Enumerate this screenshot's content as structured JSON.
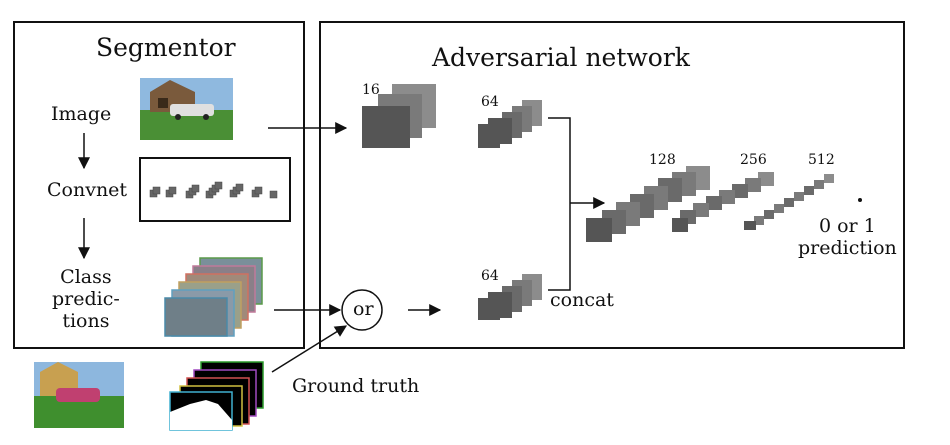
{
  "segmentor": {
    "title": "Segmentor",
    "image_label": "Image",
    "convnet_label": "Convnet",
    "class_predictions_label": [
      "Class",
      "predic-",
      "tions"
    ]
  },
  "adversarial": {
    "title": "Adversarial network",
    "channels": {
      "c16": "16",
      "c64_top": "64",
      "c64_bottom": "64",
      "c128": "128",
      "c256": "256",
      "c512": "512"
    },
    "concat_label": "concat",
    "output_label": [
      "0 or 1",
      "prediction"
    ]
  },
  "or_label": "or",
  "ground_truth_label": "Ground truth",
  "colors": {
    "block_face": "#555555",
    "block_side": "#7a7a7a",
    "block_mid": "#8c8c8c",
    "grass": "#3f8f2e",
    "sky": "#8db7de"
  }
}
